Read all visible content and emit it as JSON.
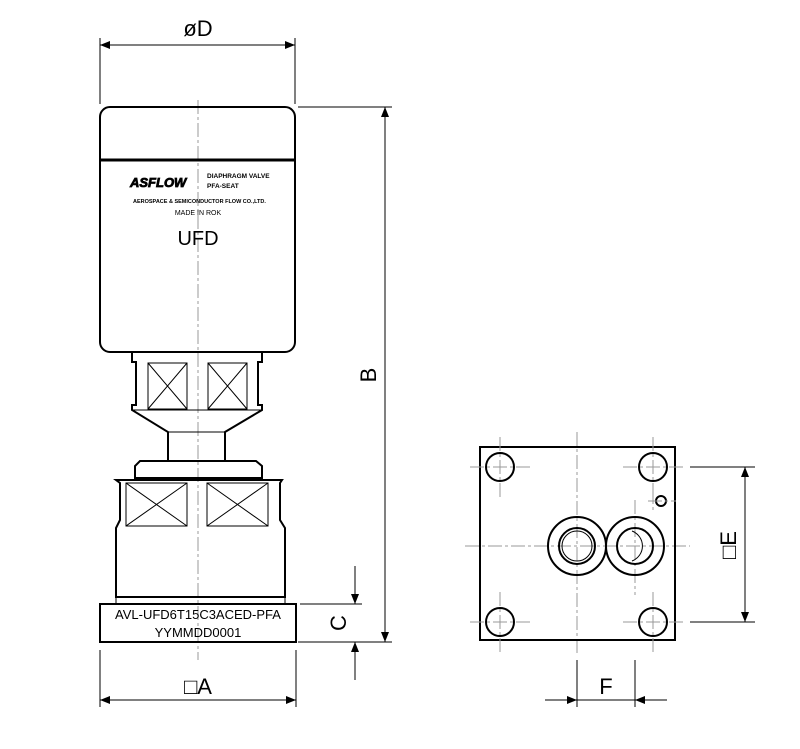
{
  "dimensions": {
    "D": "øD",
    "B": "B",
    "C": "C",
    "A": "□A",
    "E": "□E",
    "F": "F"
  },
  "nameplate": {
    "brand": "ASFLOW",
    "line1": "DIAPHRAGM VALVE",
    "line2": "PFA-SEAT",
    "company": "AEROSPACE & SEMICONDUCTOR FLOW CO.,LTD.",
    "origin": "MADE IN ROK",
    "model": "UFD"
  },
  "base_plate": {
    "part_number": "AVL-UFD6T15C3ACED-PFA",
    "serial": "YYMMDD0001"
  }
}
